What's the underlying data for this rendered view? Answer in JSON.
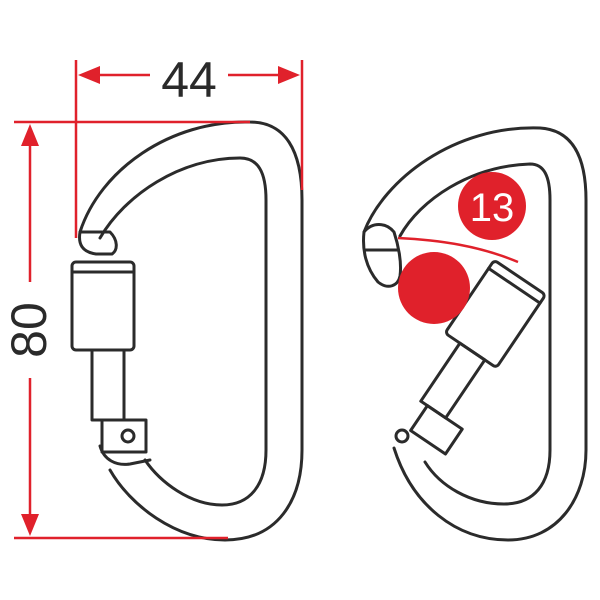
{
  "dimensions": {
    "width": {
      "value": "44"
    },
    "height": {
      "value": "80"
    },
    "gate_opening": {
      "value": "13"
    }
  },
  "colors": {
    "dimension_line": "#e0212b",
    "outline": "#2b2b2b",
    "badge_fill": "#e0212b",
    "badge_text": "#ffffff"
  }
}
